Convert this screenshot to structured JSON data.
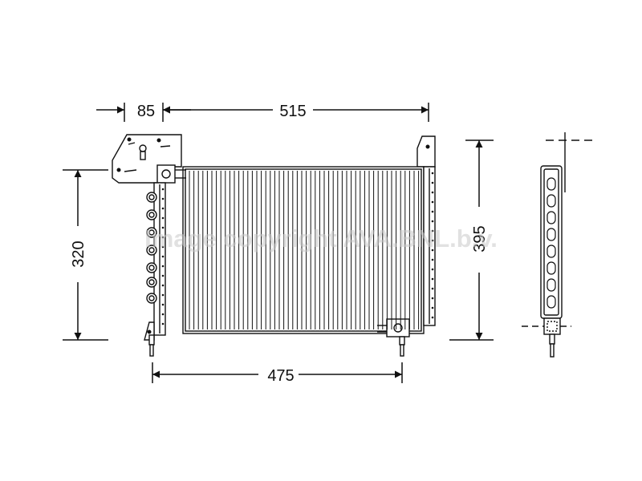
{
  "dimensions": {
    "bracket_width": "85",
    "core_width_top": "515",
    "height_left": "320",
    "height_right": "395",
    "core_width_bottom": "475"
  },
  "watermark": "Image copyright AVA.BNL.b.v.",
  "colors": {
    "line": "#111111",
    "watermark": "#c8c8c8",
    "background": "#ffffff"
  }
}
